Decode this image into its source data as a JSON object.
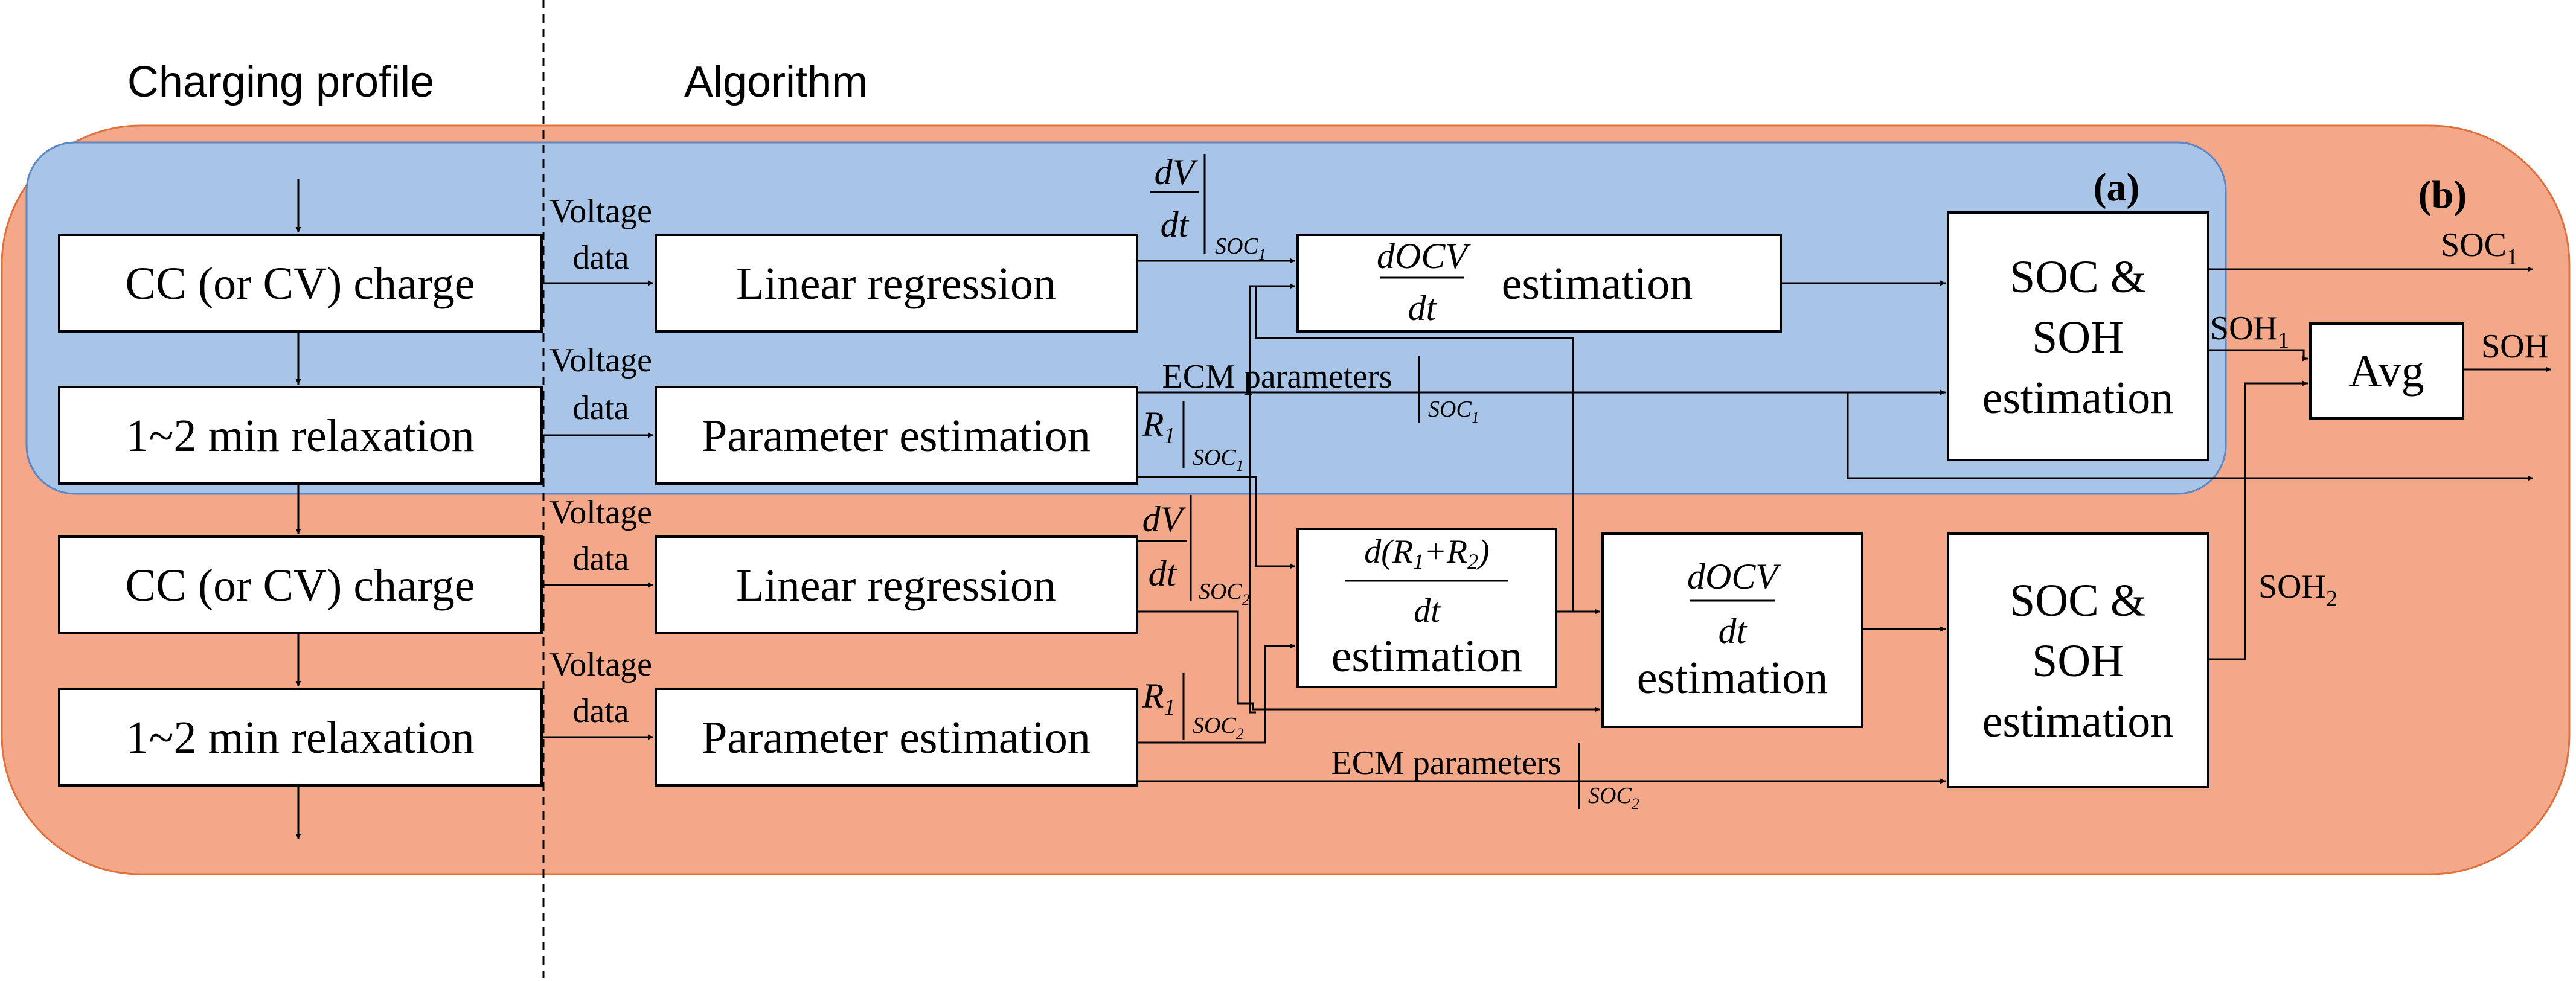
{
  "columns": {
    "charging_profile": "Charging profile",
    "algorithm": "Algorithm"
  },
  "panels": {
    "a_label": "(a)",
    "b_label": "(b)",
    "a_color": "#a8c4e6",
    "b_color": "#f3a989"
  },
  "profile_steps": [
    "CC (or CV) charge",
    "1~2 min relaxation",
    "CC (or CV) charge",
    "1~2 min relaxation"
  ],
  "voltage_data": {
    "line1": "Voltage",
    "line2": "data"
  },
  "blocks": {
    "linear_regression": "Linear regression",
    "parameter_estimation": "Parameter estimation",
    "estimation": "estimation",
    "docv_num": "dOCV",
    "docv_den": "dt",
    "dr_num": "d(R",
    "dr_plus": "+R",
    "dr_close": ")",
    "dr_den": "dt",
    "soc_soh_line1": "SOC &",
    "soc_soh_line2": "SOH",
    "soc_soh_line3": "estimation",
    "avg": "Avg"
  },
  "signals": {
    "dv_num": "dV",
    "dv_den": "dt",
    "r1": "R",
    "r1_sub": "1",
    "r2_sub": "2",
    "soc": "SOC",
    "sub_1": "1",
    "sub_2": "2",
    "ecm_parameters": "ECM parameters",
    "soc_out": "SOC",
    "soh_1": "SOH",
    "soh_2": "SOH",
    "soh": "SOH"
  }
}
